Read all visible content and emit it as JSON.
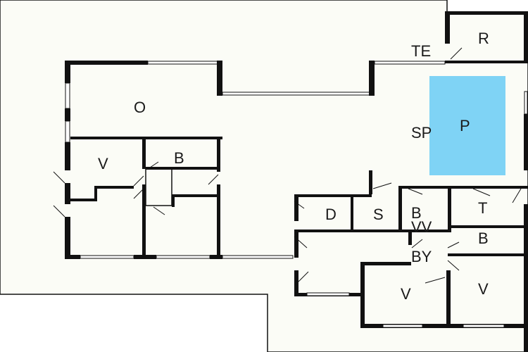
{
  "colors": {
    "background": "#ffffff",
    "floor": "#fbfcf6",
    "pool": "#7fd3f5",
    "wall": "#111111"
  },
  "rooms": {
    "o": "O",
    "v1": "V",
    "b1": "B",
    "r": "R",
    "te": "TE",
    "sp": "SP",
    "p": "P",
    "d": "D",
    "s": "S",
    "b2": "B",
    "vv": "VV",
    "t": "T",
    "b3": "B",
    "by": "BY",
    "v2": "V",
    "v3": "V"
  }
}
